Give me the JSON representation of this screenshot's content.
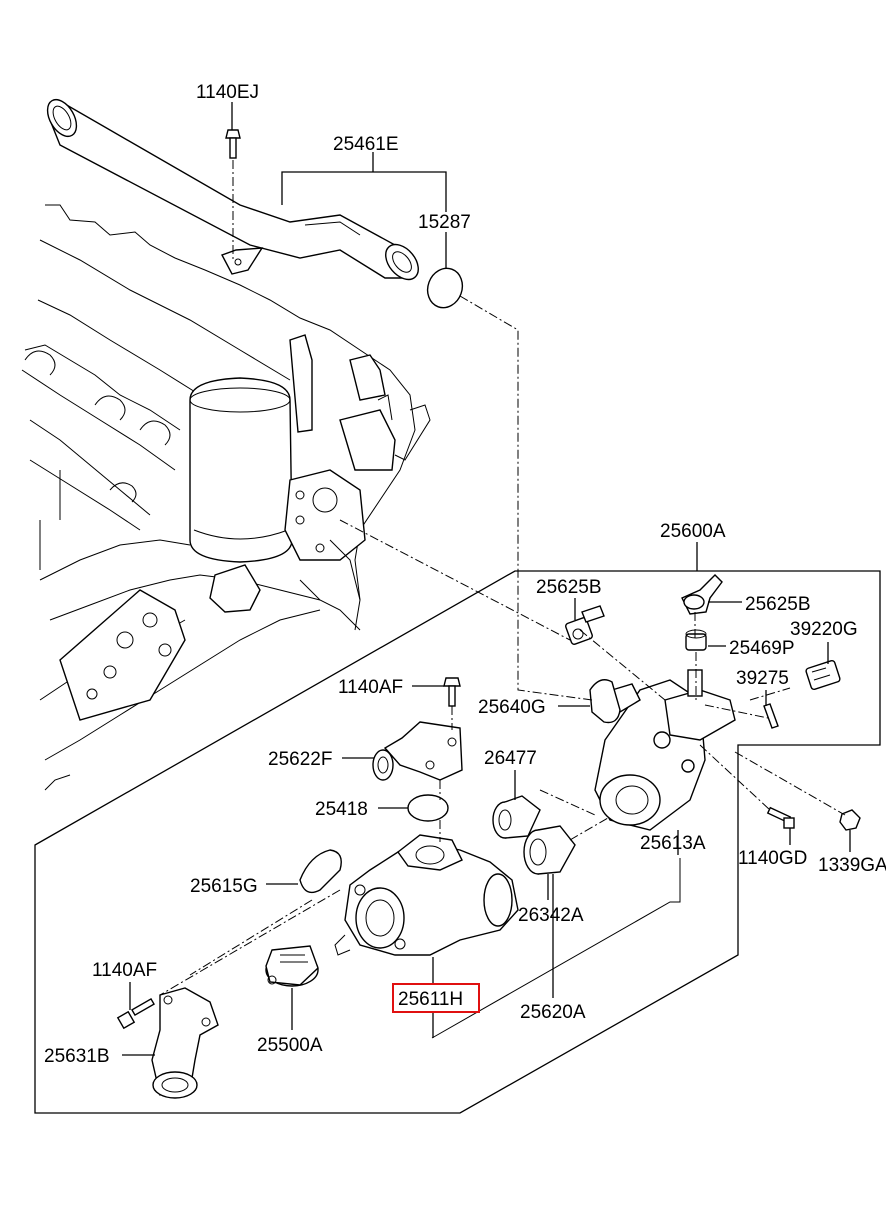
{
  "diagram": {
    "highlight_color": "#e01010",
    "labels": {
      "p1140EJ": "1140EJ",
      "p25461E": "25461E",
      "p15287": "15287",
      "p25600A": "25600A",
      "p25625B_left": "25625B",
      "p25625B_right": "25625B",
      "p25469P": "25469P",
      "p39220G": "39220G",
      "p39275": "39275",
      "p1140AF_upper": "1140AF",
      "p25640G": "25640G",
      "p25622F": "25622F",
      "p26477": "26477",
      "p25418": "25418",
      "p25613A": "25613A",
      "p1140GD": "1140GD",
      "p1339GA": "1339GA",
      "p25615G": "25615G",
      "p26342A": "26342A",
      "p1140AF_lower": "1140AF",
      "p25611H": "25611H",
      "p25620A": "25620A",
      "p25631B": "25631B",
      "p25500A": "25500A"
    }
  }
}
